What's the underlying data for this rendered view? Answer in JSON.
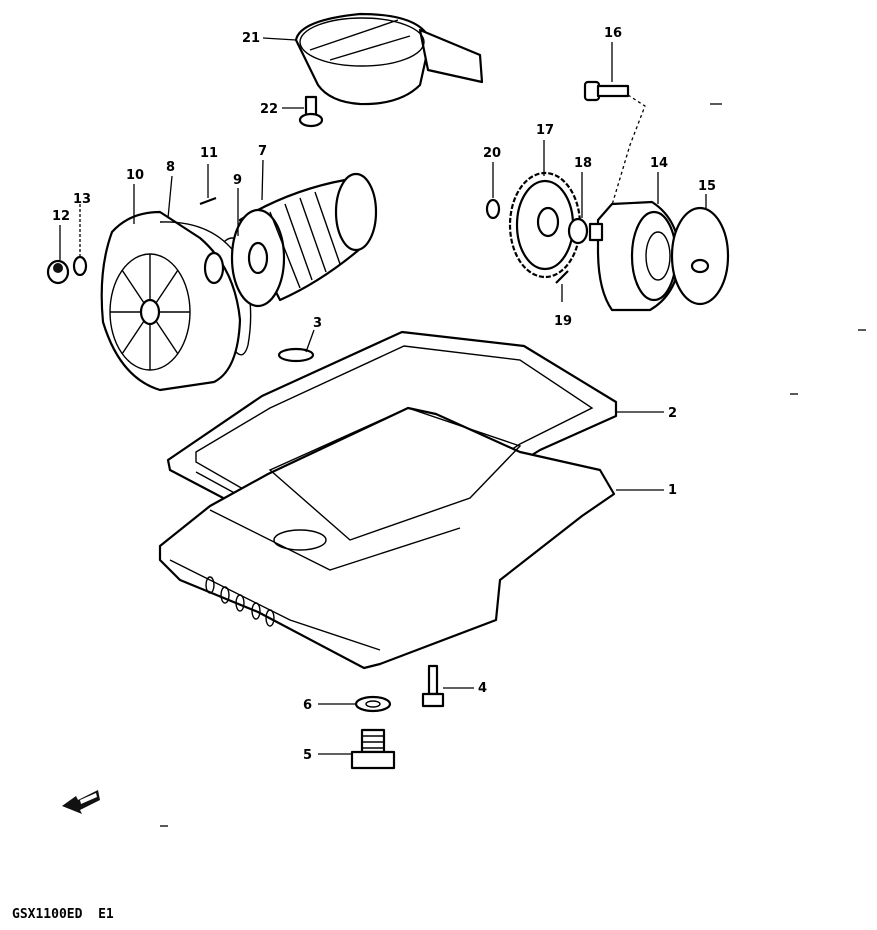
{
  "callouts": [
    {
      "id": "1",
      "label": "1"
    },
    {
      "id": "2",
      "label": "2"
    },
    {
      "id": "3",
      "label": "3"
    },
    {
      "id": "4",
      "label": "4"
    },
    {
      "id": "5",
      "label": "5"
    },
    {
      "id": "6",
      "label": "6"
    },
    {
      "id": "7",
      "label": "7"
    },
    {
      "id": "8",
      "label": "8"
    },
    {
      "id": "9",
      "label": "9"
    },
    {
      "id": "10",
      "label": "10"
    },
    {
      "id": "11",
      "label": "11"
    },
    {
      "id": "12",
      "label": "12"
    },
    {
      "id": "13",
      "label": "13"
    },
    {
      "id": "14",
      "label": "14"
    },
    {
      "id": "15",
      "label": "15"
    },
    {
      "id": "16",
      "label": "16"
    },
    {
      "id": "17",
      "label": "17"
    },
    {
      "id": "18",
      "label": "18"
    },
    {
      "id": "19",
      "label": "19"
    },
    {
      "id": "20",
      "label": "20"
    },
    {
      "id": "21",
      "label": "21"
    },
    {
      "id": "22",
      "label": "22"
    }
  ],
  "footer": {
    "model_code": "GSX1100ED  E1"
  },
  "icons": {
    "front_arrow": "front-direction-arrow-icon"
  }
}
